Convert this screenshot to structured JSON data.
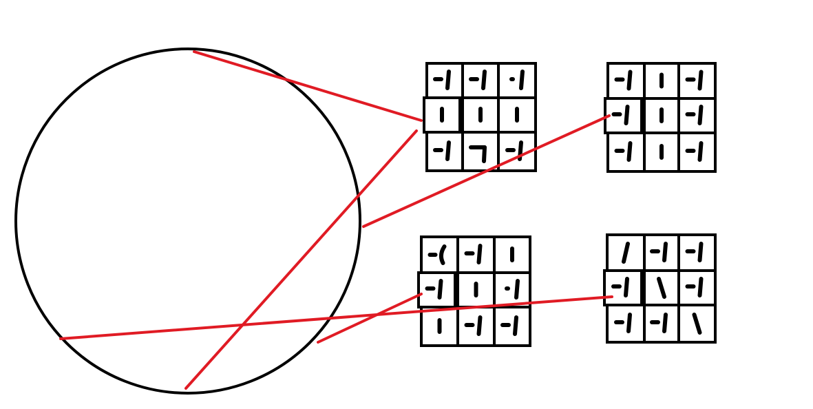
{
  "colors": {
    "background": "#ffffff",
    "ink": "#000000",
    "connector": "#e01b24"
  },
  "diagram": {
    "circle": {
      "name": "main-circle"
    },
    "grids": [
      {
        "id": "grid-top-left",
        "cells": [
          {
            "glyph": "-|",
            "name": "cell-dash-bar"
          },
          {
            "glyph": "-|",
            "name": "cell-dash-bar"
          },
          {
            "glyph": "·|",
            "name": "cell-dot-bar"
          },
          {
            "glyph": "|",
            "name": "cell-short-bar"
          },
          {
            "glyph": "|",
            "name": "cell-short-bar"
          },
          {
            "glyph": "|",
            "name": "cell-short-bar"
          },
          {
            "glyph": "-|",
            "name": "cell-dash-bar"
          },
          {
            "glyph": "¬|",
            "name": "cell-hook-bar"
          },
          {
            "glyph": "-|",
            "name": "cell-dash-bar"
          }
        ]
      },
      {
        "id": "grid-top-right",
        "cells": [
          {
            "glyph": "-|",
            "name": "cell-dash-bar"
          },
          {
            "glyph": "|",
            "name": "cell-short-bar"
          },
          {
            "glyph": "-|",
            "name": "cell-dash-bar"
          },
          {
            "glyph": "-|",
            "name": "cell-dash-bar"
          },
          {
            "glyph": "|",
            "name": "cell-short-bar"
          },
          {
            "glyph": "-|",
            "name": "cell-dash-bar"
          },
          {
            "glyph": "-|",
            "name": "cell-dash-bar"
          },
          {
            "glyph": "|",
            "name": "cell-bar"
          },
          {
            "glyph": "-|",
            "name": "cell-dash-bar"
          }
        ]
      },
      {
        "id": "grid-bottom-left",
        "cells": [
          {
            "glyph": "-(",
            "name": "cell-dash-paren"
          },
          {
            "glyph": "-|",
            "name": "cell-dash-bar"
          },
          {
            "glyph": "|",
            "name": "cell-short-bar"
          },
          {
            "glyph": "-|",
            "name": "cell-dash-bar"
          },
          {
            "glyph": "|",
            "name": "cell-bar"
          },
          {
            "glyph": "·|",
            "name": "cell-dot-bar"
          },
          {
            "glyph": "|",
            "name": "cell-bar"
          },
          {
            "glyph": "-|",
            "name": "cell-dash-bar"
          },
          {
            "glyph": "-|",
            "name": "cell-dash-bar"
          }
        ]
      },
      {
        "id": "grid-bottom-right",
        "cells": [
          {
            "glyph": "/",
            "name": "cell-slant-bar"
          },
          {
            "glyph": "-|",
            "name": "cell-dash-bar"
          },
          {
            "glyph": "-|",
            "name": "cell-dash-bar"
          },
          {
            "glyph": "-|",
            "name": "cell-dash-bar"
          },
          {
            "glyph": "\\",
            "name": "cell-backslant-bar"
          },
          {
            "glyph": "-|",
            "name": "cell-dash-bar"
          },
          {
            "glyph": "-|",
            "name": "cell-dash-bar"
          },
          {
            "glyph": "-|",
            "name": "cell-dash-bar"
          },
          {
            "glyph": "\\",
            "name": "cell-backslant-bar"
          }
        ]
      }
    ],
    "connectors": [
      {
        "from": "circle-top",
        "to": "grid-top-left"
      },
      {
        "from": "circle-bottom",
        "to": "grid-top-left"
      },
      {
        "from": "circle-right",
        "to": "grid-top-right"
      },
      {
        "from": "circle-lower-right",
        "to": "grid-bottom-left"
      },
      {
        "from": "circle-lower-left",
        "to": "grid-bottom-right"
      }
    ]
  }
}
